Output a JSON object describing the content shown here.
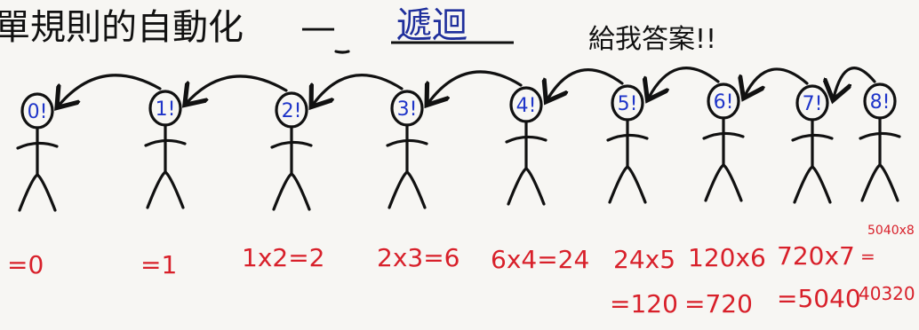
{
  "title": {
    "main": "單規則的自動化",
    "dash": "—",
    "topic": "遞迴"
  },
  "note": "給我答案!!",
  "figures": [
    {
      "label": "0!",
      "calc": [
        "=0"
      ]
    },
    {
      "label": "1!",
      "calc": [
        "=1"
      ]
    },
    {
      "label": "2!",
      "calc": [
        "1x2=2"
      ]
    },
    {
      "label": "3!",
      "calc": [
        "2x3=6"
      ]
    },
    {
      "label": "4!",
      "calc": [
        "6x4=24"
      ]
    },
    {
      "label": "5!",
      "calc": [
        "24x5",
        "=120"
      ]
    },
    {
      "label": "6!",
      "calc": [
        "120x6",
        "=720"
      ]
    },
    {
      "label": "7!",
      "calc": [
        "720x7",
        "=5040"
      ]
    },
    {
      "label": "8!",
      "calc": [
        "5040x8",
        "=",
        "40320"
      ]
    }
  ],
  "colors": {
    "ink": "#111111",
    "head_label": "#1f35c9",
    "calc": "#d8202a",
    "topic": "#1f2f9c",
    "paper": "#f7f6f3"
  }
}
